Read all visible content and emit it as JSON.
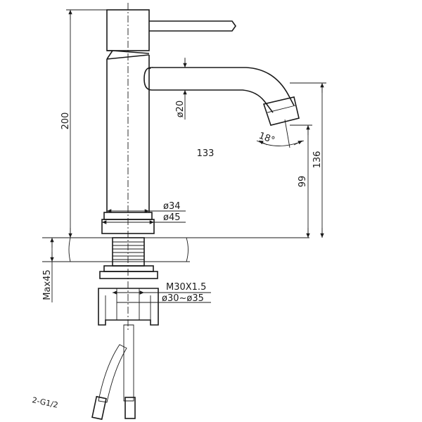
{
  "dimensions": {
    "height_total": "200",
    "spout_reach": "133",
    "spout_height": "136",
    "outlet_height": "99",
    "spout_diameter": "ø20",
    "spout_angle": "18°",
    "body_diameter": "ø34",
    "base_diameter": "ø45",
    "max_deck": "Max45",
    "thread": "M30X1.5",
    "hole_range": "ø30~ø35",
    "hose_label": "2-G1/2"
  }
}
